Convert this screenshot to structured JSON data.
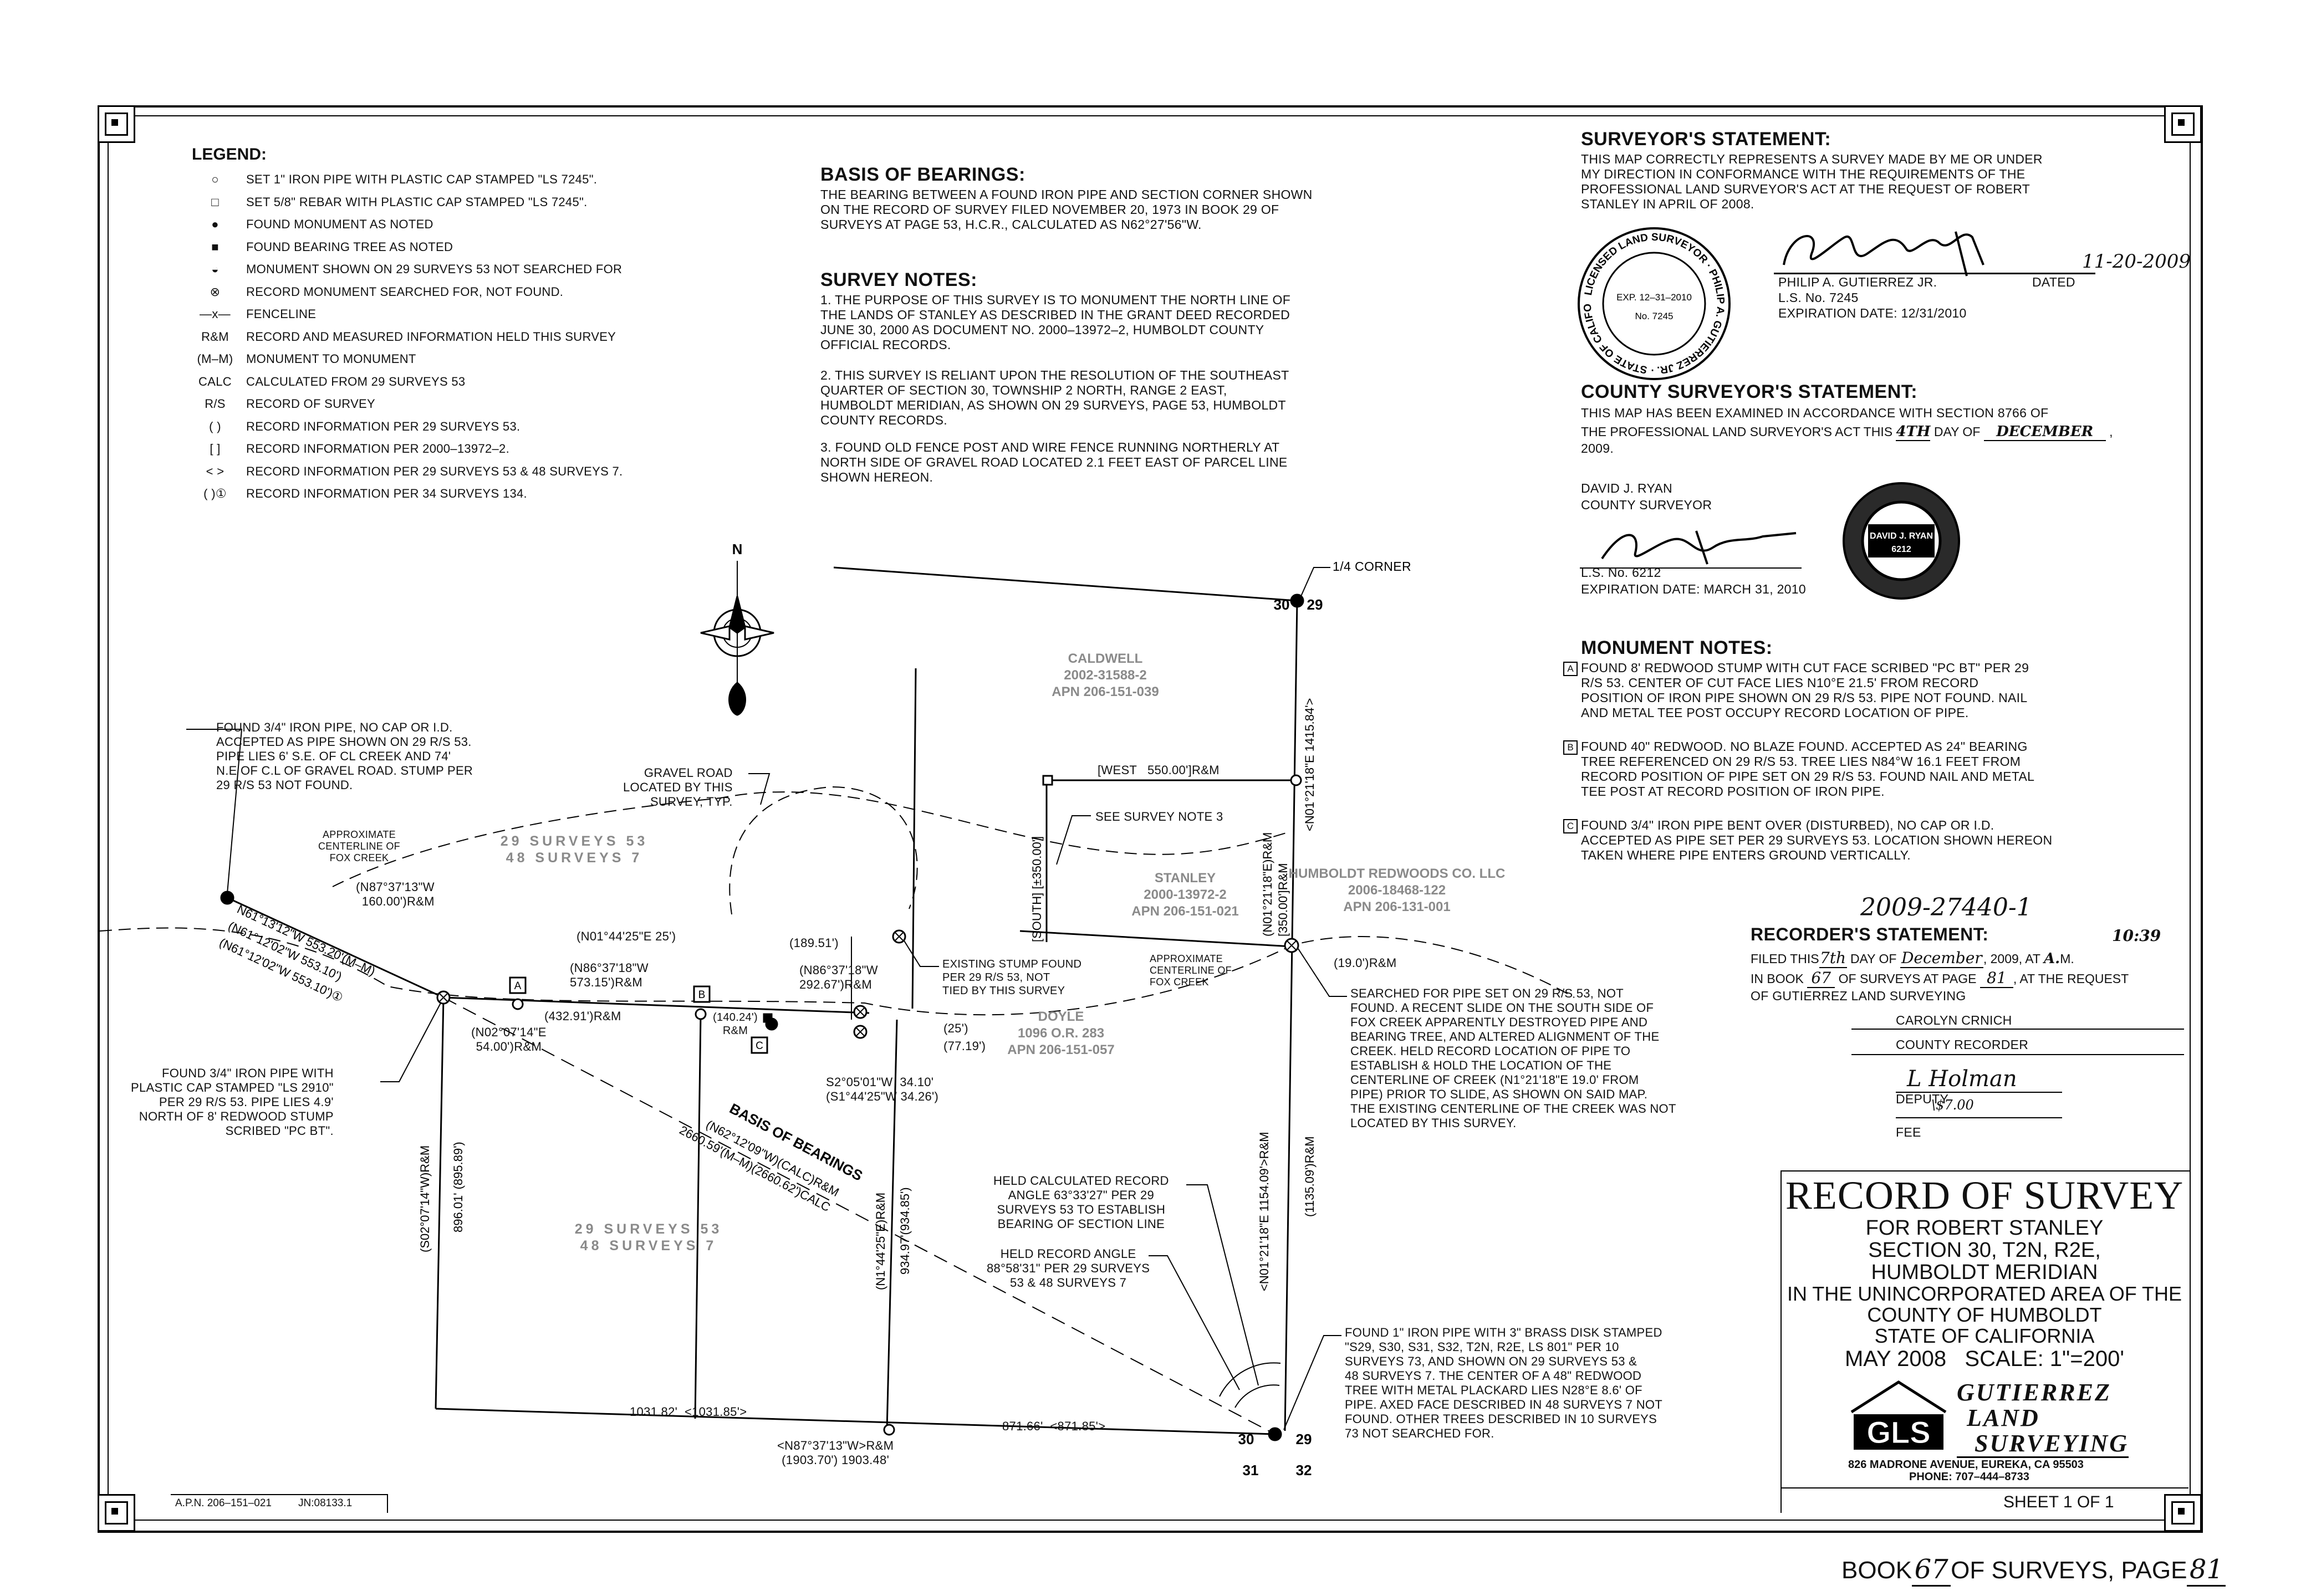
{
  "legend": {
    "title": "LEGEND:",
    "items": [
      {
        "symbol": "○",
        "text": "SET 1\" IRON PIPE WITH PLASTIC CAP STAMPED \"LS 7245\"."
      },
      {
        "symbol": "□",
        "text": "SET 5/8\" REBAR WITH PLASTIC CAP STAMPED \"LS 7245\"."
      },
      {
        "symbol": "●",
        "text": "FOUND MONUMENT AS NOTED"
      },
      {
        "symbol": "■",
        "text": "FOUND BEARING TREE AS NOTED"
      },
      {
        "symbol": "◒",
        "text": "MONUMENT SHOWN ON 29 SURVEYS 53 NOT SEARCHED FOR"
      },
      {
        "symbol": "⊗",
        "text": "RECORD MONUMENT SEARCHED FOR, NOT FOUND."
      },
      {
        "symbol": "—x—",
        "text": "FENCELINE"
      },
      {
        "symbol": "R&M",
        "text": "RECORD AND MEASURED INFORMATION HELD THIS SURVEY"
      },
      {
        "symbol": "(M–M)",
        "text": "MONUMENT TO MONUMENT"
      },
      {
        "symbol": "CALC",
        "text": "CALCULATED FROM 29 SURVEYS 53"
      },
      {
        "symbol": "R/S",
        "text": "RECORD OF SURVEY"
      },
      {
        "symbol": "(  )",
        "text": "RECORD INFORMATION PER 29 SURVEYS 53."
      },
      {
        "symbol": "[  ]",
        "text": "RECORD INFORMATION PER 2000–13972–2."
      },
      {
        "symbol": "< >",
        "text": "RECORD INFORMATION PER 29 SURVEYS 53 & 48 SURVEYS 7."
      },
      {
        "symbol": "( )①",
        "text": "RECORD INFORMATION PER 34 SURVEYS 134."
      }
    ]
  },
  "basis_of_bearings": {
    "title": "BASIS OF BEARINGS:",
    "text": "THE BEARING BETWEEN A FOUND IRON PIPE AND SECTION CORNER SHOWN\nON THE RECORD OF SURVEY FILED NOVEMBER 20, 1973 IN BOOK 29 OF\nSURVEYS AT PAGE 53, H.C.R., CALCULATED AS N62°27'56\"W."
  },
  "survey_notes": {
    "title": "SURVEY NOTES:",
    "notes": [
      "1. THE PURPOSE OF THIS SURVEY IS TO MONUMENT THE NORTH LINE OF\nTHE LANDS OF STANLEY AS DESCRIBED IN THE GRANT DEED RECORDED\nJUNE 30, 2000 AS DOCUMENT NO. 2000–13972–2, HUMBOLDT COUNTY\nOFFICIAL RECORDS.",
      "2. THIS SURVEY IS RELIANT UPON THE RESOLUTION OF THE SOUTHEAST\nQUARTER OF SECTION 30, TOWNSHIP 2 NORTH, RANGE 2 EAST,\nHUMBOLDT MERIDIAN, AS SHOWN ON 29 SURVEYS, PAGE 53, HUMBOLDT\nCOUNTY RECORDS.",
      "3. FOUND OLD FENCE POST AND WIRE FENCE RUNNING NORTHERLY AT\nNORTH SIDE OF GRAVEL ROAD LOCATED 2.1 FEET EAST OF PARCEL LINE\nSHOWN HEREON."
    ]
  },
  "surveyors_statement": {
    "title": "SURVEYOR'S STATEMENT:",
    "text": "THIS MAP CORRECTLY REPRESENTS A SURVEY MADE BY ME OR UNDER\nMY DIRECTION IN CONFORMANCE WITH THE REQUIREMENTS OF THE\nPROFESSIONAL LAND SURVEYOR'S ACT AT THE REQUEST OF ROBERT\nSTANLEY IN APRIL OF 2008.",
    "seal": {
      "ring": "LICENSED LAND SURVEYOR · PHILIP A. GUTIERREZ JR. · STATE OF CALIFORNIA",
      "exp": "EXP. 12–31–2010",
      "no": "No. 7245"
    },
    "signature_date": "11-20-2009",
    "name": "PHILIP A. GUTIERREZ JR.",
    "dated_label": "DATED",
    "ls_no": "L.S. No. 7245",
    "expiration": "EXPIRATION DATE: 12/31/2010"
  },
  "county_surveyors_statement": {
    "title": "COUNTY SURVEYOR'S STATEMENT:",
    "line1": "THIS MAP HAS BEEN EXAMINED IN ACCORDANCE WITH SECTION 8766 OF",
    "line2_a": "THE PROFESSIONAL LAND SURVEYOR'S ACT THIS",
    "day": "4TH",
    "line2_b": "DAY OF",
    "month": "DECEMBER",
    "line3": "2009.",
    "name": "DAVID J. RYAN",
    "title_line": "COUNTY SURVEYOR",
    "ls_no": "L.S. No. 6212",
    "expiration": "EXPIRATION DATE: MARCH 31, 2010",
    "stamp_name": "DAVID J. RYAN",
    "stamp_no": "6212"
  },
  "monument_notes": {
    "title": "MONUMENT NOTES:",
    "notes": [
      {
        "tag": "A",
        "text": "FOUND 8' REDWOOD STUMP WITH CUT FACE SCRIBED \"PC BT\" PER 29\nR/S 53. CENTER OF CUT FACE LIES N10°E 21.5' FROM RECORD\nPOSITION OF IRON PIPE SHOWN ON 29 R/S 53. PIPE NOT FOUND. NAIL\nAND METAL TEE POST OCCUPY RECORD LOCATION OF PIPE."
      },
      {
        "tag": "B",
        "text": "FOUND 40\" REDWOOD. NO BLAZE FOUND. ACCEPTED AS 24\" BEARING\nTREE REFERENCED ON 29 R/S 53. TREE LIES N84°W 16.1 FEET FROM\nRECORD POSITION OF PIPE SET ON 29 R/S 53. FOUND NAIL AND METAL\nTEE POST AT RECORD POSITION OF IRON PIPE."
      },
      {
        "tag": "C",
        "text": "FOUND 3/4\" IRON PIPE BENT OVER (DISTURBED), NO CAP OR I.D.\nACCEPTED AS PIPE SET PER 29 SURVEYS 53. LOCATION SHOWN HEREON\nTAKEN WHERE PIPE ENTERS GROUND VERTICALLY."
      }
    ]
  },
  "recorders_statement": {
    "doc_no": "2009-27440-1",
    "title": "RECORDER'S STATEMENT:",
    "time": "10:39",
    "filed_a": "FILED THIS",
    "filed_day": "7th",
    "filed_b": "DAY OF",
    "filed_month": "December",
    "filed_c": ", 2009,   AT",
    "filed_ampm": "A.",
    "filed_d": "M.",
    "book_a": "IN BOOK",
    "book": "67",
    "book_b": "OF SURVEYS AT PAGE",
    "page": "81",
    "book_c": ", AT THE REQUEST",
    "request": "OF GUTIERREZ LAND SURVEYING",
    "recorder_name": "CAROLYN CRNICH",
    "recorder_title": "COUNTY RECORDER",
    "deputy_sig": "L Holman",
    "deputy_label": "DEPUTY",
    "fee_amount": "\\$7.00",
    "fee_label": "FEE"
  },
  "title_block": {
    "title": "RECORD OF SURVEY",
    "lines": [
      "FOR ROBERT STANLEY",
      "SECTION 30, T2N, R2E,",
      "HUMBOLDT MERIDIAN",
      "IN THE UNINCORPORATED AREA OF THE",
      "COUNTY OF HUMBOLDT",
      "STATE OF CALIFORNIA"
    ],
    "date_scale": "MAY 2008   SCALE: 1\"=200'",
    "firm_line1": "GUTIERREZ",
    "firm_line2": "LAND",
    "firm_line3": "SURVEYING",
    "firm_logo": "GLS",
    "firm_address": "826 MADRONE AVENUE, EUREKA, CA 95503",
    "firm_phone": "PHONE: 707–444–8733",
    "sheet": "SHEET 1 OF 1"
  },
  "footer": {
    "apn": "A.P.N. 206–151–021",
    "job": "JN:08133.1",
    "book_a": "BOOK",
    "book": "67",
    "book_b": "OF SURVEYS, PAGE",
    "page": "81"
  },
  "map": {
    "north": "N",
    "quarter_corner": "1/4 CORNER",
    "sec_30_top": "30",
    "sec_29_top": "29",
    "sec_30_bot": "30",
    "sec_29_bot": "29",
    "sec_31": "31",
    "sec_32": "32",
    "owners": {
      "caldwell": [
        "CALDWELL",
        "2002-31588-2",
        "APN 206-151-039"
      ],
      "stanley": [
        "STANLEY",
        "2000-13972-2",
        "APN 206-151-021"
      ],
      "humboldt": [
        "HUMBOLDT REDWOODS CO. LLC",
        "2006-18468-122",
        "APN 206-131-001"
      ],
      "doyle": [
        "DOYLE",
        "1096 O.R. 283",
        "APN 206-151-057"
      ]
    },
    "ref_surveys_1": [
      "29 SURVEYS 53",
      "48 SURVEYS 7"
    ],
    "ref_surveys_2": [
      "29 SURVEYS 53",
      "48 SURVEYS 7"
    ],
    "labels": {
      "found_pipe_nw": "FOUND 3/4\" IRON PIPE, NO CAP OR I.D.\nACCEPTED AS PIPE SHOWN ON 29 R/S 53.\nPIPE LIES 6' S.E. OF CL CREEK AND 74'\nN.E OF C.L OF GRAVEL ROAD. STUMP PER\n29 R/S 53 NOT FOUND.",
      "approx_cl_fox": "APPROXIMATE\nCENTERLINE OF\nFOX CREEK",
      "gravel_road": "GRAVEL ROAD\nLOCATED BY THIS\nSURVEY, TYP.",
      "see_note_3": "SEE SURVEY NOTE 3",
      "west_550": "[WEST   550.00']R&M",
      "south_350": "[SOUTH] [±350.00']",
      "n87_160": "(N87°37'13\"W\n160.00')R&M",
      "n01_25": "(N01°44'25\"E 25')",
      "n86_573": "(N86°37'18\"W\n573.15')R&M",
      "n86_292": "(N86°37'18\"W\n292.67')R&M",
      "d432": "(432.91')R&M",
      "d189": "(189.51')",
      "d140": "(140.24')\nR&M",
      "n02_54": "(N02°07'14\"E\n54.00')R&M",
      "d25": "(25')",
      "d77": "(77.19')",
      "s2_34": "S2°05'01\"W  34.10'\n(S1°44'25\"W 34.26')",
      "stump_found": "EXISTING STUMP FOUND\nPER 29 R/S 53, NOT\nTIED BY THIS SURVEY",
      "approx_cl_fox2": "APPROXIMATE\nCENTERLINE OF\nFOX CREEK",
      "nw_bearing": "N61°13'12\"W 553.20'(M–M)",
      "nw_bearing2": "(N61°12'02\"W 553.10')",
      "nw_bearing3": "(N61°12'02\"W 553.10')①",
      "found_pipe_2910": "FOUND 3/4\" IRON PIPE WITH\nPLASTIC CAP STAMPED \"LS 2910\"\nPER 29 R/S 53. PIPE LIES 4.9'\nNORTH OF 8' REDWOOD STUMP\nSCRIBED \"PC BT\".",
      "basis_label": "BASIS OF BEARINGS",
      "basis_brg": "(N62°12'09\"W)(CALC)R&M",
      "basis_dist": "2660.59'(M–M)(2660.62')CALC",
      "left_vert": "(S02°07'14\"W)R&M\n896.01'  (895.89')",
      "mid_vert": "(N1°44'25\"E)R&M\n934.97'(934.85')",
      "d1031": "1031.82'  <1031.85'>",
      "d871": "871.66'  <871.85'>",
      "bottom_brg": "<N87°37'13\"W>R&M\n(1903.70') 1903.48'",
      "held_calc": "HELD CALCULATED RECORD\nANGLE 63°33'27\" PER 29\nSURVEYS 53 TO ESTABLISH\nBEARING OF SECTION LINE",
      "held_record": "HELD RECORD ANGLE\n88°58'31\" PER 29 SURVEYS\n53 & 48 SURVEYS 7",
      "found_1_pipe": "FOUND 1\" IRON PIPE WITH 3\" BRASS DISK STAMPED\n\"S29, S30, S31, S32, T2N, R2E, LS 801\" PER 10\nSURVEYS 73, AND SHOWN ON 29 SURVEYS 53 &\n48 SURVEYS 7. THE CENTER OF A 48\" REDWOOD\nTREE WITH METAL PLACKARD LIES N28°E 8.6' OF\nPIPE. AXED FACE DESCRIBED IN 48 SURVEYS 7 NOT\nFOUND. OTHER TREES DESCRIBED IN 10 SURVEYS\n73 NOT SEARCHED FOR.",
      "searched_pipe": "SEARCHED FOR PIPE SET ON 29 R/S 53, NOT\nFOUND. A RECENT SLIDE ON THE SOUTH SIDE OF\nFOX CREEK APPARENTLY DESTROYED PIPE AND\nBEARING TREE, AND ALTERED ALIGNMENT OF THE\nCREEK. HELD RECORD LOCATION OF PIPE TO\nESTABLISH & HOLD THE LOCATION OF THE\nCENTERLINE OF CREEK (N1°21'18\"E 19.0' FROM\nPIPE) PRIOR TO SLIDE, AS SHOWN ON SAID MAP.\nTHE EXISTING CENTERLINE OF THE CREEK WAS NOT\nLOCATED BY THIS SURVEY.",
      "d19": "(19.0')R&M",
      "east_1415": "<N01°21'18\"E  1415.84'>",
      "east_350": "(N01°21'18\"E)R&M\n[350.00']R&M",
      "east_1154": "<N01°21'18\"E  1154.09'>R&M",
      "east_1135": "(1135.09')R&M"
    }
  }
}
